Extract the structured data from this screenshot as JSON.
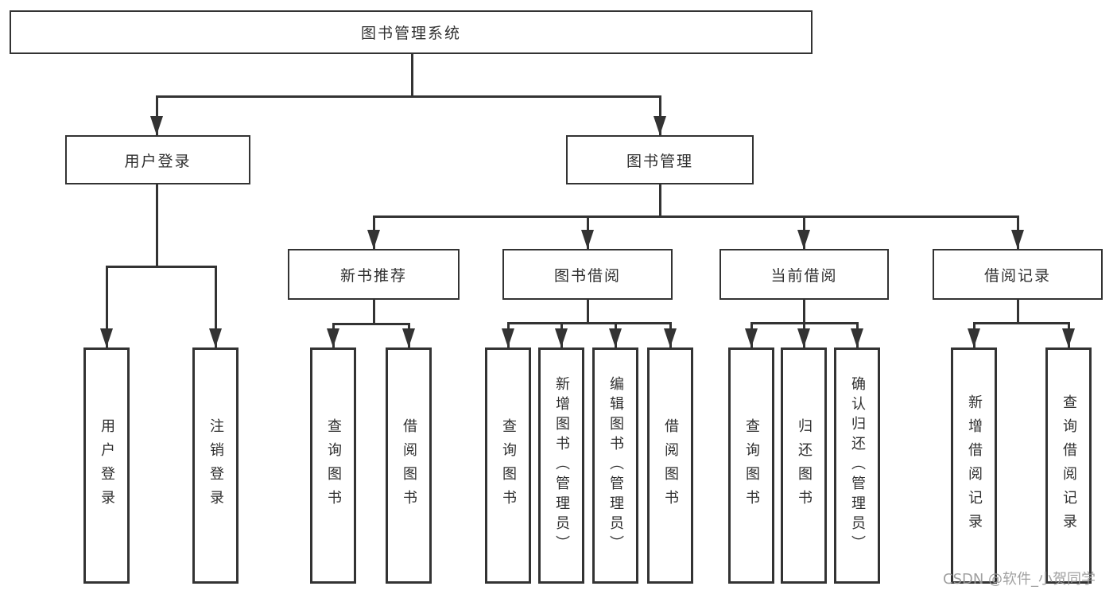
{
  "colors": {
    "line": "#333333",
    "box_border": "#333333",
    "box_background": "#ffffff",
    "text": "#2f2f2f",
    "watermark": "#989898"
  },
  "watermark": {
    "text": "CSDN @软件_小贺同学"
  },
  "tree": {
    "root": {
      "label": "图书管理系统"
    },
    "user": {
      "label": "用户登录",
      "children": [
        {
          "label": "用户登录"
        },
        {
          "label": "注销登录"
        }
      ]
    },
    "mgmt": {
      "label": "图书管理",
      "groups": [
        {
          "label": "新书推荐",
          "children": [
            {
              "label": "查询图书"
            },
            {
              "label": "借阅图书"
            }
          ]
        },
        {
          "label": "图书借阅",
          "children": [
            {
              "label": "查询图书"
            },
            {
              "label": "新增图书（管理员）"
            },
            {
              "label": "编辑图书（管理员）"
            },
            {
              "label": "借阅图书"
            }
          ]
        },
        {
          "label": "当前借阅",
          "children": [
            {
              "label": "查询图书"
            },
            {
              "label": "归还图书"
            },
            {
              "label": "确认归还（管理员）"
            }
          ]
        },
        {
          "label": "借阅记录",
          "children": [
            {
              "label": "新增借阅记录"
            },
            {
              "label": "查询借阅记录"
            }
          ]
        }
      ]
    }
  }
}
